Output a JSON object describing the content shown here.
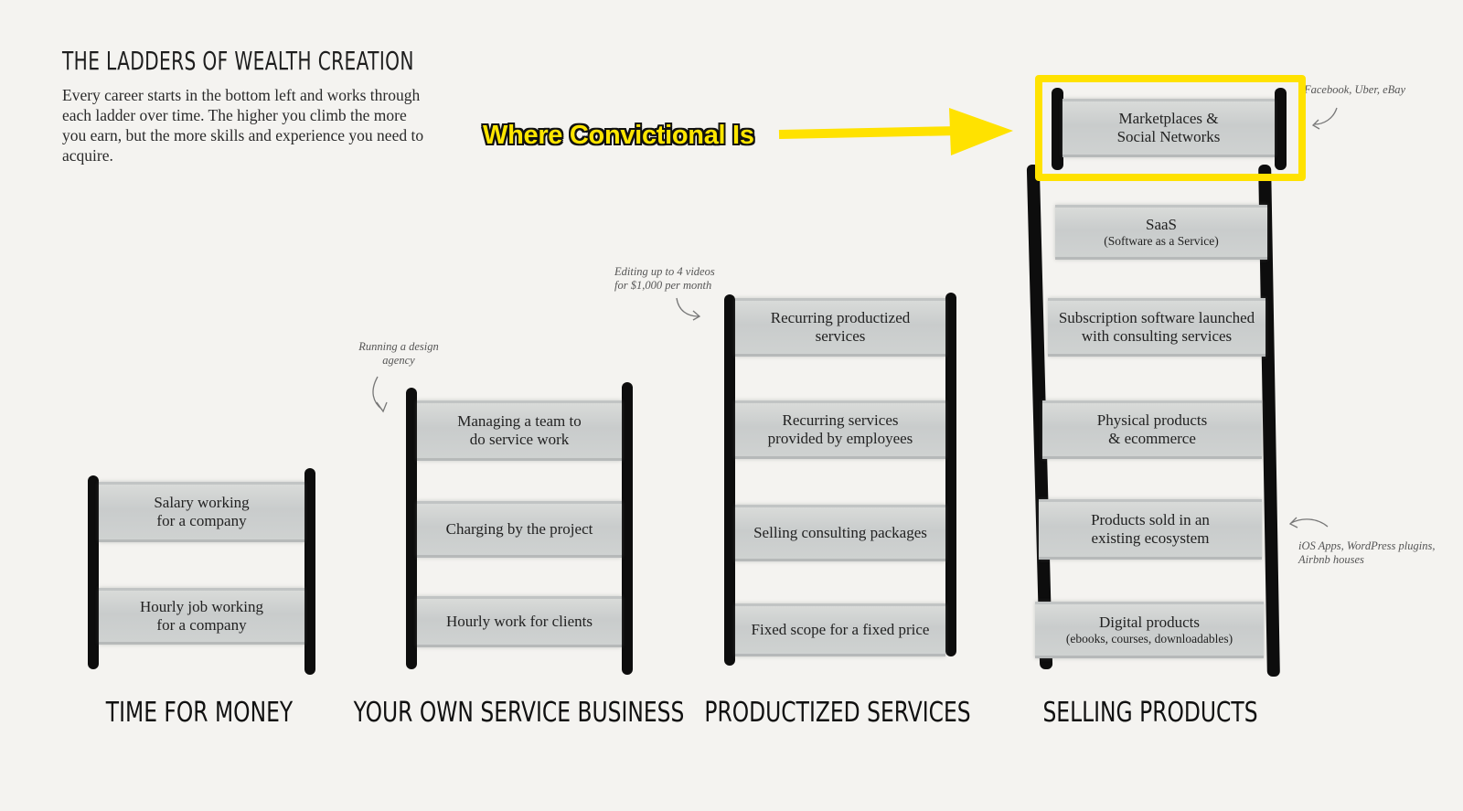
{
  "title": "THE LADDERS OF WEALTH CREATION",
  "intro": "Every career starts in the bottom left and works through each ladder over time. The higher you climb the more you earn, but the more skills and experience you need to acquire.",
  "callout": {
    "text": "Where Convictional Is",
    "color": "#ffe600"
  },
  "ladders": [
    {
      "label": "TIME FOR MONEY",
      "rungs": [
        {
          "text": "Salary working",
          "text2": "for a company"
        },
        {
          "text": "Hourly job working",
          "text2": "for a company"
        }
      ]
    },
    {
      "label": "YOUR OWN SERVICE BUSINESS",
      "note": "Running a design agency",
      "rungs": [
        {
          "text": "Managing a team to",
          "text2": "do service work"
        },
        {
          "text": "Charging by the project"
        },
        {
          "text": "Hourly work for clients"
        }
      ]
    },
    {
      "label": "PRODUCTIZED SERVICES",
      "note": "Editing up to 4 videos for $1,000 per month",
      "rungs": [
        {
          "text": "Recurring productized",
          "text2": "services"
        },
        {
          "text": "Recurring services",
          "text2": "provided by employees"
        },
        {
          "text": "Selling consulting packages"
        },
        {
          "text": "Fixed scope for a fixed price"
        }
      ]
    },
    {
      "label": "SELLING PRODUCTS",
      "note_top": "Facebook, Uber, eBay",
      "note_side": "iOS Apps, WordPress plugins, Airbnb houses",
      "rungs": [
        {
          "text": "Marketplaces &",
          "text2": "Social Networks"
        },
        {
          "text": "SaaS",
          "sub": "(Software as a Service)"
        },
        {
          "text": "Subscription software launched",
          "text2": "with consulting services"
        },
        {
          "text": "Physical products",
          "text2": "& ecommerce"
        },
        {
          "text": "Products sold in an",
          "text2": "existing ecosystem"
        },
        {
          "text": "Digital products",
          "sub": "(ebooks, courses, downloadables)"
        }
      ]
    }
  ]
}
